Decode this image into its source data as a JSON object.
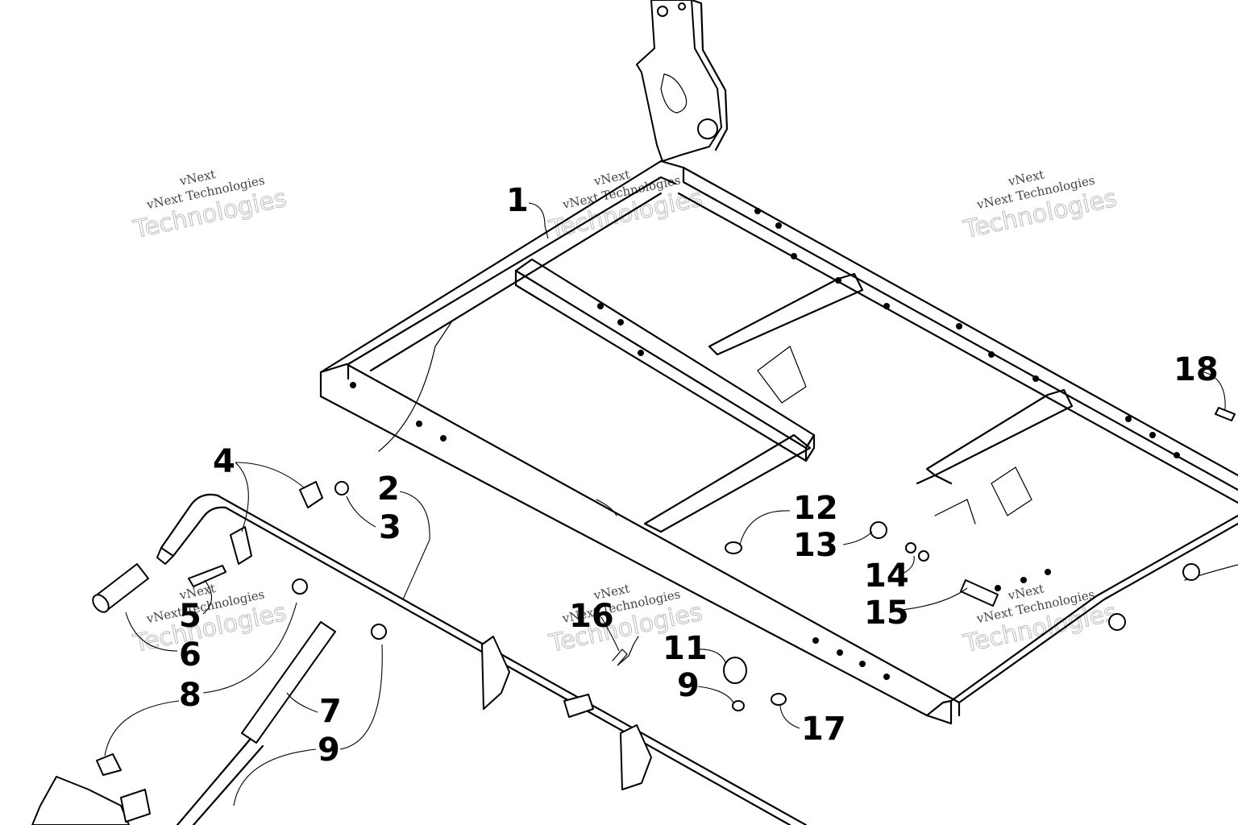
{
  "watermark": {
    "line1": "vNext",
    "line2": "vNext Technologies",
    "line3": "Technologies"
  },
  "callouts": {
    "c1": "1",
    "c2": "2",
    "c3": "3",
    "c4": "4",
    "c5": "5",
    "c6": "6",
    "c7": "7",
    "c8": "8",
    "c9a": "9",
    "c9b": "9",
    "c11": "11",
    "c12": "12",
    "c13": "13",
    "c14": "14",
    "c15": "15",
    "c16": "16",
    "c17": "17",
    "c18": "18"
  }
}
